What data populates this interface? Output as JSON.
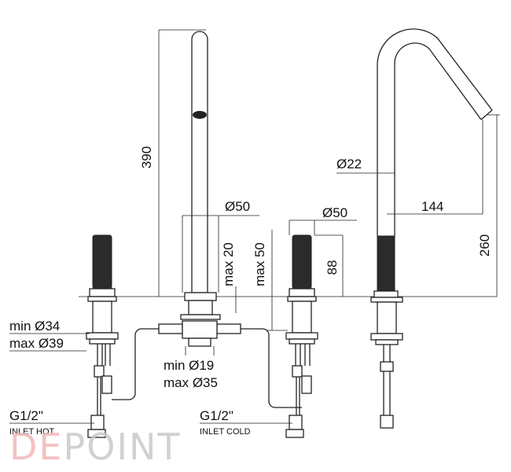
{
  "dimensions": {
    "spout_height": "390",
    "spout_base_diameter": "Ø50",
    "max_20": "max 20",
    "max_50": "max 50",
    "handle_diameter": "Ø50",
    "handle_height": "88",
    "min_34": "min Ø34",
    "max_39": "max Ø39",
    "min_19": "min Ø19",
    "max_35": "max Ø35",
    "pipe_diameter": "Ø22",
    "reach": "144",
    "side_height": "260"
  },
  "inlets": {
    "hot_thread": "G1/2\"",
    "hot_label": "INLET HOT",
    "cold_thread": "G1/2\"",
    "cold_label": "INLET COLD"
  },
  "watermark": {
    "prefix": "DE",
    "suffix": "POINT",
    "prefix_color": "#f2b8b8",
    "suffix_color": "#c9c9c9"
  }
}
